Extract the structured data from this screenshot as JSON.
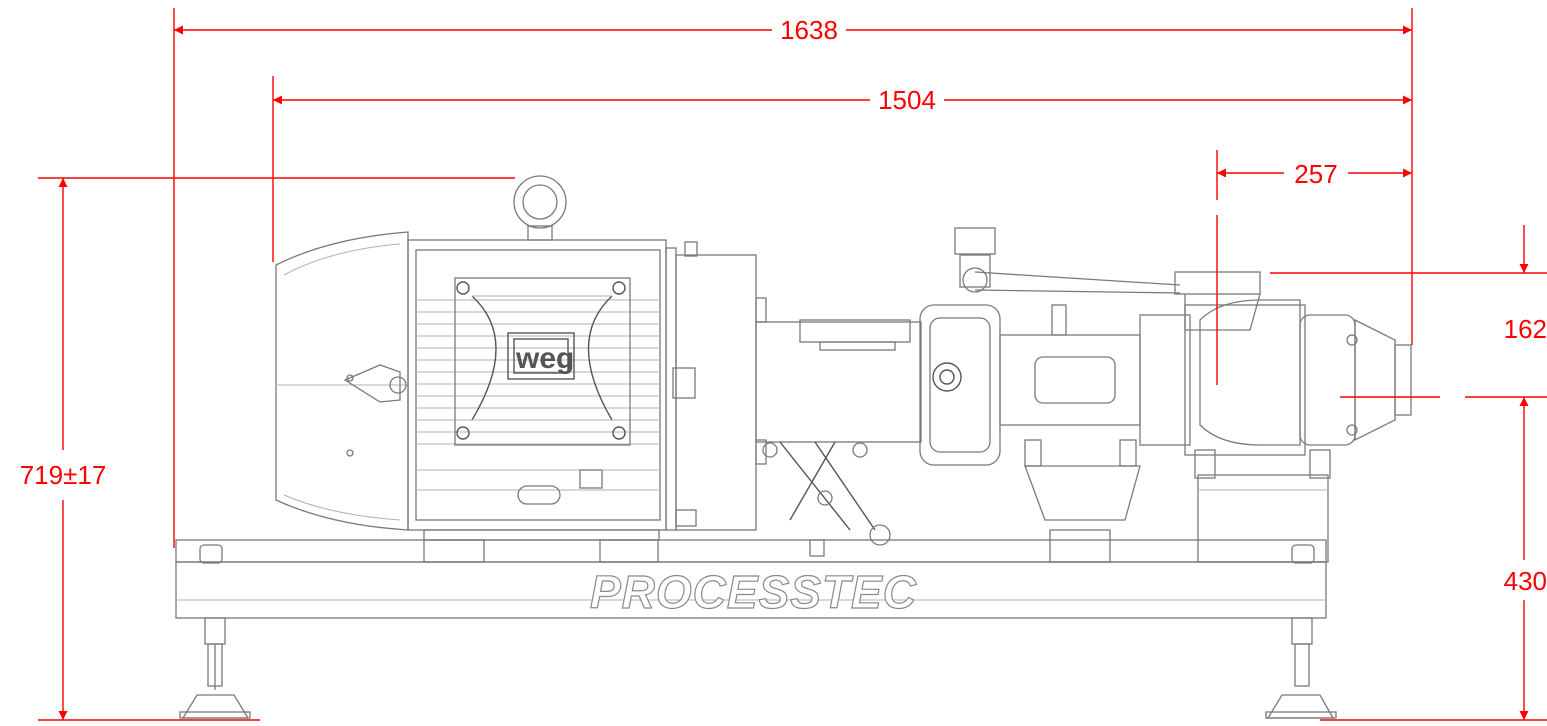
{
  "dimensions": {
    "overall_length": "1638",
    "motor_to_end_length": "1504",
    "pump_outlet_offset": "257",
    "outlet_height_diff": "162",
    "overall_height": "719±17",
    "inlet_height": "430"
  },
  "labels": {
    "brand": "PROCESSTEC",
    "motor_logo": "weg"
  },
  "colors": {
    "dimension": "#ff0000",
    "outline": "#7a7a7a",
    "background": "#ffffff"
  }
}
